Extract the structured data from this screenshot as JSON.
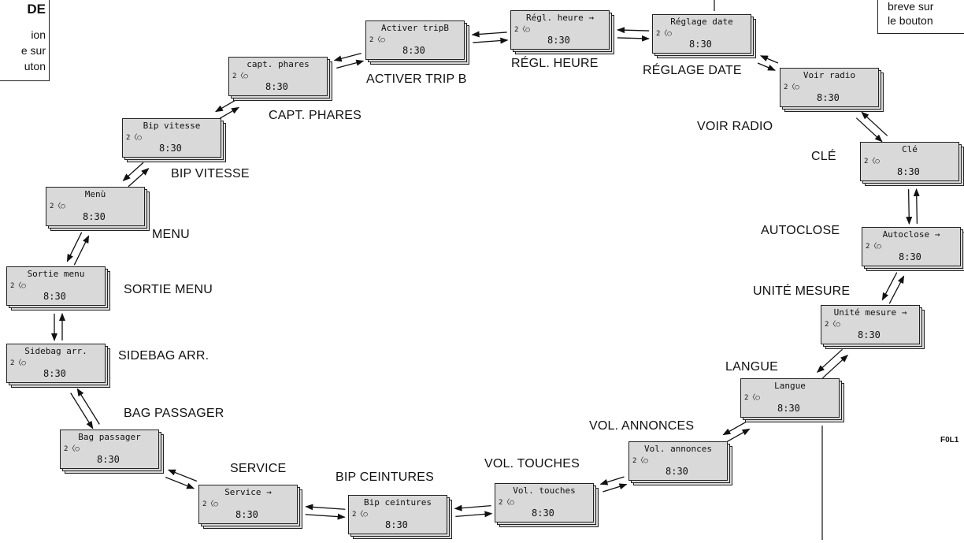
{
  "legend_left": {
    "heading": "DE",
    "lines": [
      "ion",
      "e sur",
      "uton"
    ]
  },
  "legend_right": {
    "lines": [
      "breve sur",
      "le bouton"
    ]
  },
  "figure_code": "F0L1",
  "status_text": "2〈○",
  "screens": [
    {
      "title": "Régl. heure →",
      "time": "8:30"
    },
    {
      "title": "Réglage date",
      "time": "8:30"
    },
    {
      "title": "Voir radio",
      "time": "8:30"
    },
    {
      "title": "Clé",
      "time": "8:30"
    },
    {
      "title": "Autoclose →",
      "time": "8:30"
    },
    {
      "title": "Unité mesure →",
      "time": "8:30"
    },
    {
      "title": "Langue",
      "time": "8:30"
    },
    {
      "title": "Vol. annonces",
      "time": "8:30"
    },
    {
      "title": "Vol. touches",
      "time": "8:30"
    },
    {
      "title": "Bip ceintures",
      "time": "8:30"
    },
    {
      "title": "Service →",
      "time": "8:30"
    },
    {
      "title": "Bag passager",
      "time": "8:30"
    },
    {
      "title": "Sidebag arr.",
      "time": "8:30"
    },
    {
      "title": "Sortie menu",
      "time": "8:30"
    },
    {
      "title": "Menù",
      "time": "8:30"
    },
    {
      "title": "Bip vitesse",
      "time": "8:30"
    },
    {
      "title": "capt. phares",
      "time": "8:30"
    },
    {
      "title": "Activer tripB",
      "time": "8:30"
    }
  ],
  "labels": [
    "RÉGL. HEURE",
    "RÉGLAGE DATE",
    "VOIR RADIO",
    "CLÉ",
    "AUTOCLOSE",
    "UNITÉ MESURE",
    "LANGUE",
    "VOL.  ANNONCES",
    "VOL.  TOUCHES",
    "BIP  CEINTURES",
    "SERVICE",
    "BAG PASSAGER",
    "SIDEBAG ARR.",
    "SORTIE MENU",
    "MENU",
    "BIP VITESSE",
    "CAPT. PHARES",
    "ACTIVER TRIP B"
  ]
}
